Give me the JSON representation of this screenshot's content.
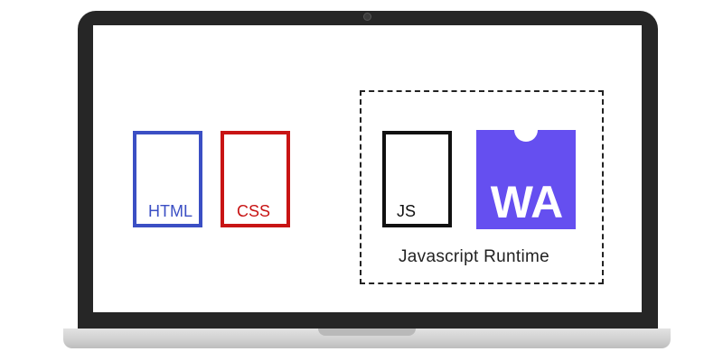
{
  "diagram": {
    "files": [
      {
        "label": "HTML",
        "color": "#3b4fc4"
      },
      {
        "label": "CSS",
        "color": "#c81414"
      },
      {
        "label": "JS",
        "color": "#111111"
      }
    ],
    "runtime": {
      "label": "Javascript Runtime"
    },
    "wasm_logo": {
      "text": "WA",
      "color": "#654ff0",
      "icon": "webassembly-logo-icon"
    }
  }
}
